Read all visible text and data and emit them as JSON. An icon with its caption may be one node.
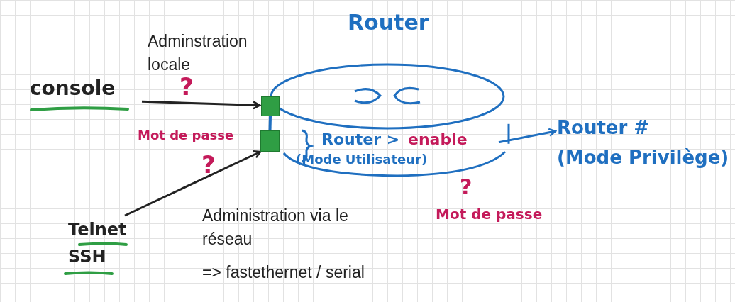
{
  "diagram": {
    "nodes": [
      {
        "text": [
          "console"
        ]
      },
      {
        "text": [
          "Router"
        ]
      },
      {
        "text": [],
        "shape": "box"
      },
      {
        "text": [],
        "shape": "box"
      },
      {
        "text": [
          "Router #",
          "(Mode Privilège)"
        ]
      },
      {
        "text": [
          "Router >",
          "enable",
          "(Mode Utilisateur)"
        ]
      },
      {
        "text": [
          "Telnet",
          "SSH"
        ]
      }
    ],
    "edges": [
      {
        "from": 0,
        "to": 2,
        "arrow": "to"
      },
      {
        "from": 6,
        "to": 3,
        "arrow": "to"
      },
      {
        "from": 5,
        "to": 4,
        "arrow": "to",
        "color": "#1f6fc0"
      },
      {
        "from": 2,
        "to": 3,
        "arrow": "none",
        "color": "#1f6fc0"
      }
    ],
    "labels": [
      "Adminstration locale",
      "?",
      "Mot de passe",
      "?",
      "Administration via le réseau",
      "=> fastethernet / serial",
      "?",
      "Mot de passe"
    ]
  }
}
